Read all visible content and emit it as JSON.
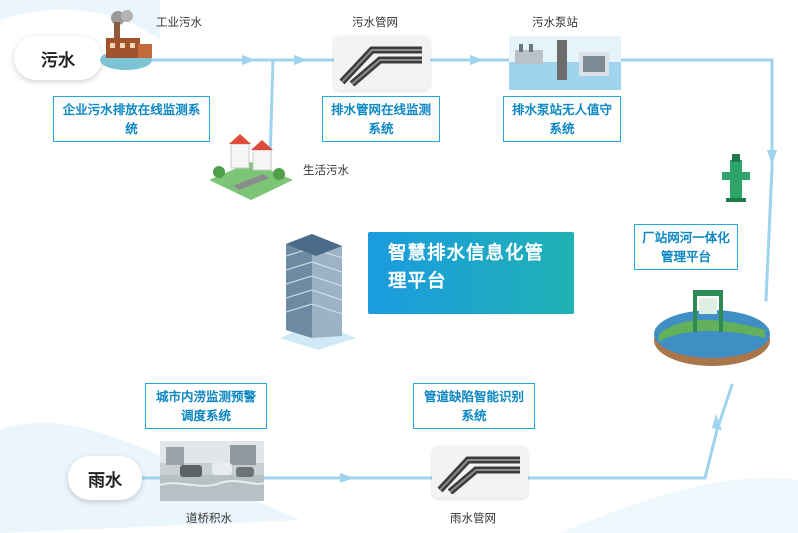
{
  "colors": {
    "flow_line": "#9fd3ee",
    "system_border": "#26a6de",
    "system_text": "#0e88c4",
    "platform_from": "#1b9be0",
    "platform_to": "#1fb2b4"
  },
  "badges": {
    "sewage": "污水",
    "rain": "雨水"
  },
  "captions": {
    "industrial_sewage": "工业污水",
    "sewage_pipe_network": "污水管网",
    "sewage_pump_station": "污水泵站",
    "domestic_sewage": "生活污水",
    "bridge_ponding": "道桥积水",
    "rain_pipe_network": "雨水管网"
  },
  "systems": {
    "enterprise_monitor": "企业污水排放在线监测系统",
    "pipe_monitor": "排水管网在线监测系统",
    "pump_unattended": "排水泵站无人值守系统",
    "plant_river": "厂站网河一体化管理平台",
    "waterlogging_warning": "城市内涝监测预警调度系统",
    "defect_recognition": "管道缺陷智能识别系统"
  },
  "platform": {
    "title": "智慧排水信息化管理平台"
  },
  "icons": {
    "factory": "factory-icon",
    "pipe": "pipe-icon",
    "pump_station": "pump-station-icon",
    "houses": "residential-houses-icon",
    "building": "office-building-icon",
    "hydrant": "hydrant-icon",
    "treatment_pond": "treatment-pond-icon",
    "flooded_street": "flooded-street-icon"
  }
}
